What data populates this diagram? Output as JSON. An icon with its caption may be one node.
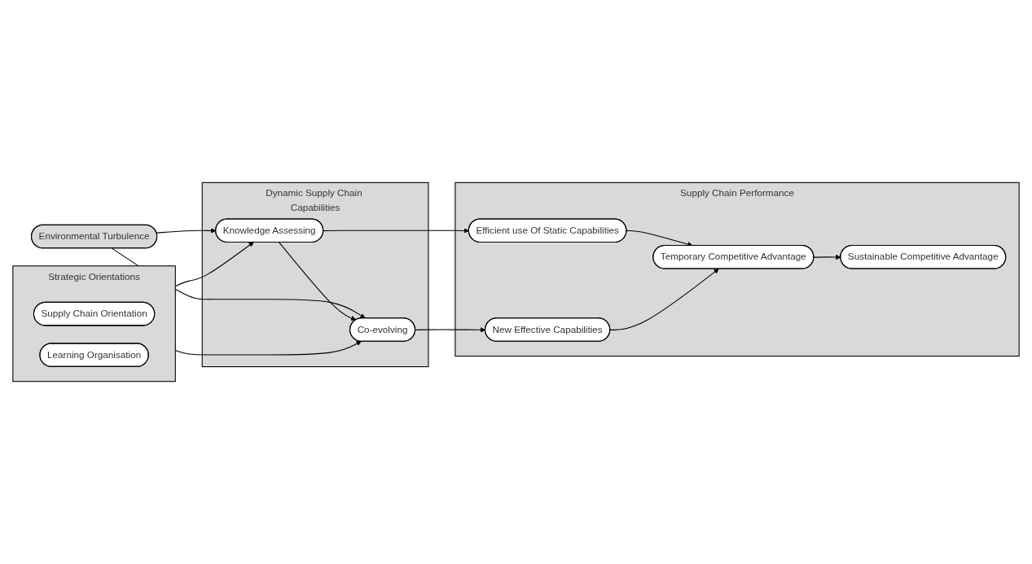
{
  "diagram": {
    "nodes": [
      {
        "text": [
          "Strategic Orientations"
        ]
      },
      {
        "text": [
          "Supply Chain Orientation"
        ],
        "in": 0
      },
      {
        "text": [
          "Learning Organisation"
        ],
        "in": 0
      },
      {
        "text": [
          "Dynamic Supply Chain Capabilities"
        ]
      },
      {
        "text": [
          "Knowledge Assessing"
        ],
        "in": 3
      },
      {
        "text": [
          "Co-evolving"
        ],
        "in": 3
      },
      {
        "text": [
          "Supply Chain Performance"
        ]
      },
      {
        "text": [
          "Efficient use Of Static Capabilities"
        ],
        "in": 6
      },
      {
        "text": [
          "New Effective Capabilities"
        ],
        "in": 6
      },
      {
        "text": [
          "Temporary Competitive Advantage"
        ],
        "in": 6
      },
      {
        "text": [
          "Sustainable Competitive Advantage"
        ],
        "in": 6
      },
      {
        "text": [
          "Environmental Turbulence"
        ]
      }
    ],
    "edges": [
      {
        "from": 0,
        "to": 4,
        "arrow": "to"
      },
      {
        "from": 0,
        "to": 5,
        "arrow": "to"
      },
      {
        "from": 11,
        "to": 4,
        "arrow": "to"
      },
      {
        "from": 11,
        "to": 5,
        "arrow": "to"
      },
      {
        "from": 4,
        "to": 5,
        "arrow": "to"
      },
      {
        "from": 4,
        "to": 7,
        "arrow": "to"
      },
      {
        "from": 5,
        "to": 8,
        "arrow": "to"
      },
      {
        "from": 7,
        "to": 9,
        "arrow": "to"
      },
      {
        "from": 8,
        "to": 9,
        "arrow": "to"
      },
      {
        "from": 9,
        "to": 10,
        "arrow": "to"
      }
    ]
  }
}
